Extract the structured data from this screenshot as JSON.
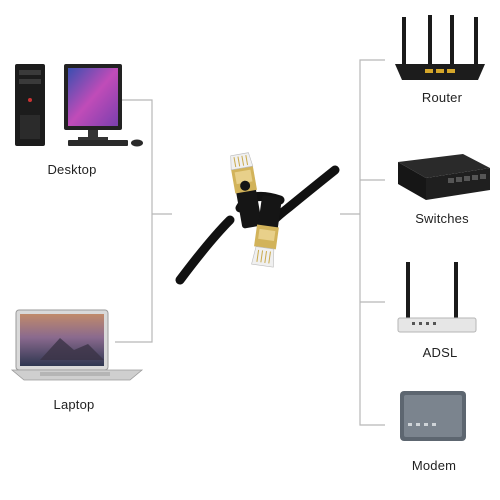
{
  "left_devices": [
    {
      "label": "Desktop",
      "icon": "desktop-computer-icon"
    },
    {
      "label": "Laptop",
      "icon": "laptop-icon"
    }
  ],
  "center": {
    "icon": "ethernet-cable-icon"
  },
  "right_devices": [
    {
      "label": "Router",
      "icon": "router-icon"
    },
    {
      "label": "Switches",
      "icon": "network-switch-icon"
    },
    {
      "label": "ADSL",
      "icon": "adsl-modem-icon"
    },
    {
      "label": "Modem",
      "icon": "modem-icon"
    }
  ],
  "colors": {
    "connector_line": "#b8b8b8",
    "cable": "#111111",
    "plug_gold": "#c9a94a",
    "text": "#222222"
  }
}
